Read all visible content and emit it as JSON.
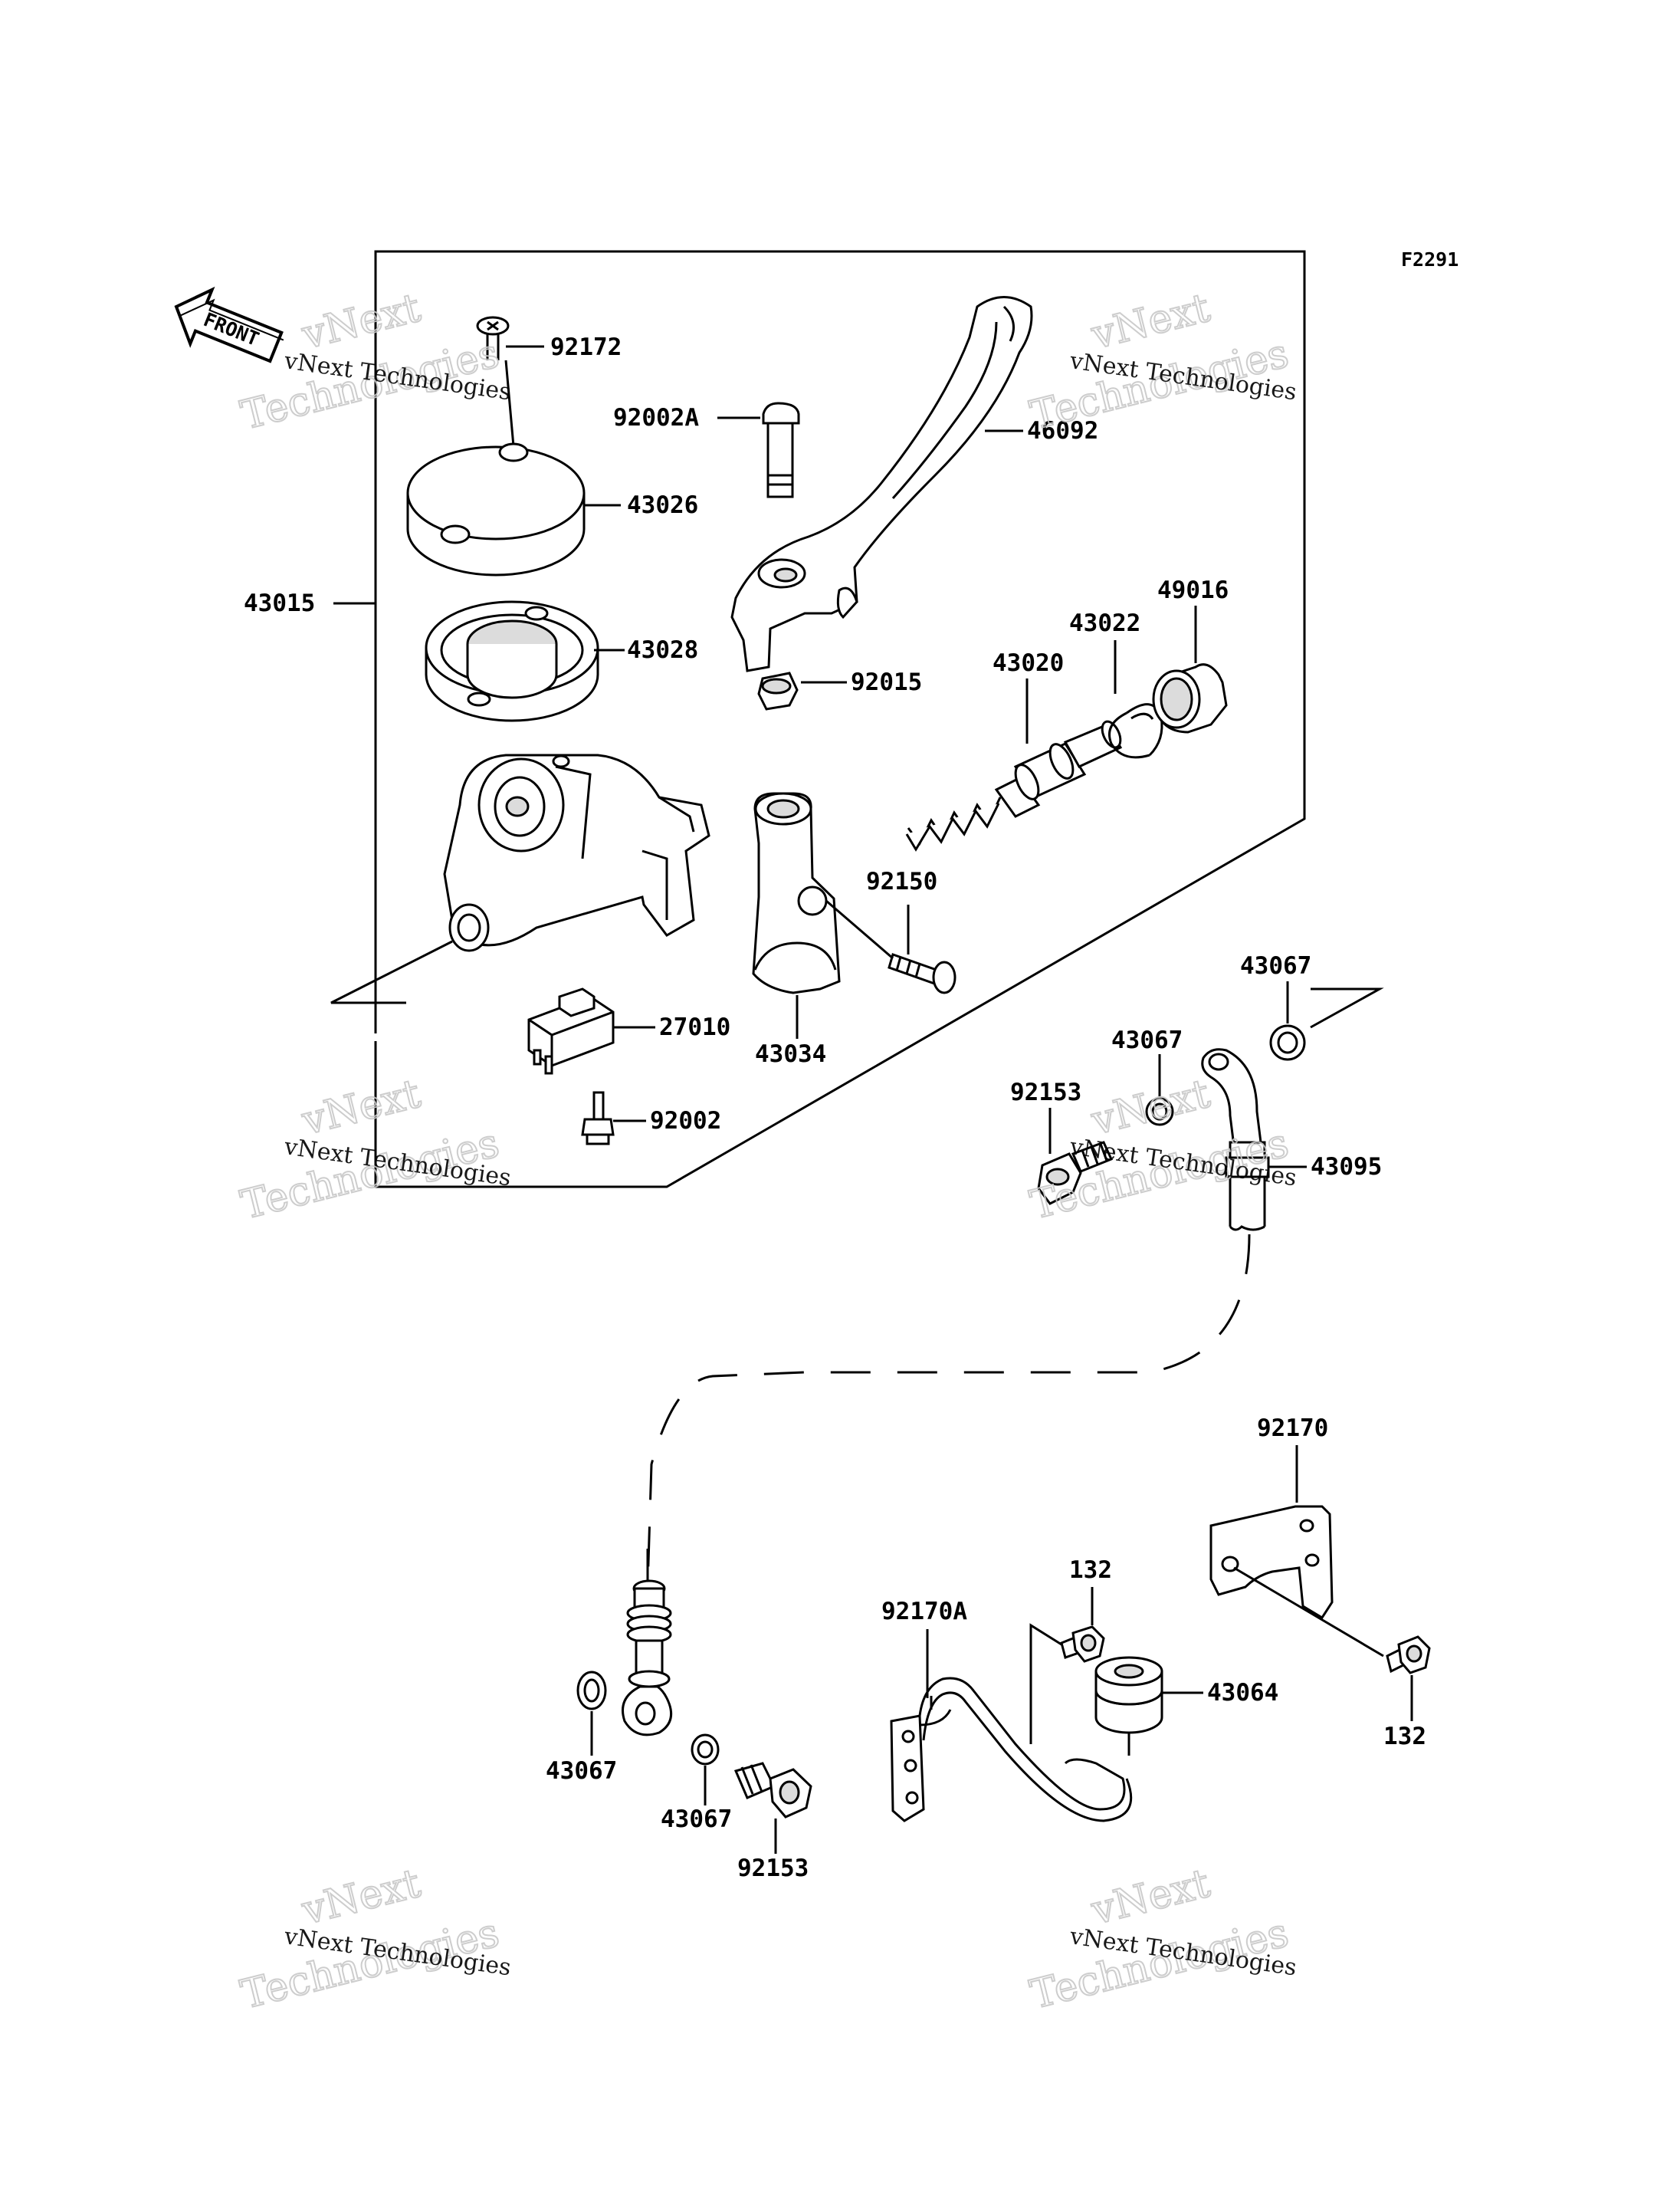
{
  "figure_code": "F2291",
  "front_label": "FRONT",
  "watermark": {
    "small": "vNext Technologies",
    "big_1": "vNext",
    "big_2": "Technologies"
  },
  "labels": {
    "p92172": "92172",
    "p92002A": "92002A",
    "p46092": "46092",
    "p43026": "43026",
    "p43015": "43015",
    "p43028": "43028",
    "p92015": "92015",
    "p49016": "49016",
    "p43022": "43022",
    "p43020": "43020",
    "p92150": "92150",
    "p43067_a": "43067",
    "p43067_b": "43067",
    "p27010": "27010",
    "p43034": "43034",
    "p92153_a": "92153",
    "p92002": "92002",
    "p43095": "43095",
    "p92170": "92170",
    "p132_a": "132",
    "p92170A": "92170A",
    "p43064": "43064",
    "p132_b": "132",
    "p43067_c": "43067",
    "p43067_d": "43067",
    "p92153_b": "92153"
  }
}
